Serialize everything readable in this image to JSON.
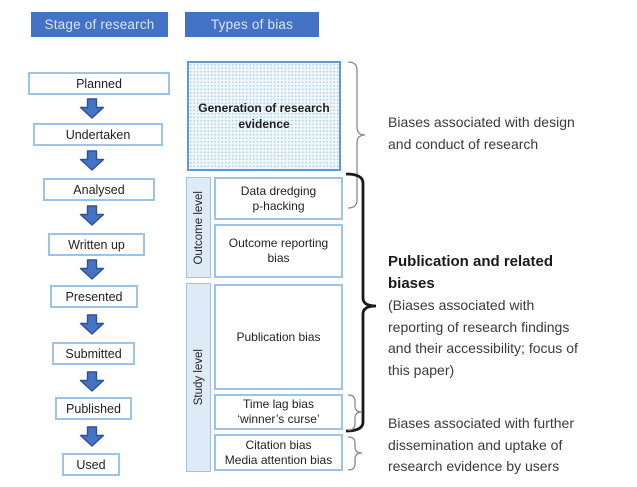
{
  "left_panel": {
    "header": "Stage of research",
    "stages": [
      "Planned",
      "Undertaken",
      "Analysed",
      "Written up",
      "Presented",
      "Submitted",
      "Published",
      "Used"
    ]
  },
  "right_panel": {
    "header": "Types of bias",
    "generation_box_lines": [
      "Generation of research",
      "evidence"
    ],
    "outcome_level_label": "Outcome level",
    "study_level_label": "Study level",
    "data_dredging_lines": [
      "Data dredging",
      "p-hacking"
    ],
    "outcome_reporting_lines": [
      "Outcome reporting",
      "bias"
    ],
    "publication_bias_label": "Publication bias",
    "time_lag_lines": [
      "Time lag bias",
      "‘winner’s curse’"
    ],
    "citation_lines": [
      "Citation bias",
      "Media attention bias"
    ]
  },
  "annotations": {
    "design_conduct_lines": [
      "Biases associated with design",
      "and conduct of research"
    ],
    "publication_title_lines": [
      "Publication and related",
      "biases"
    ],
    "publication_body_lines": [
      "(Biases associated with",
      "reporting of research findings",
      "and their accessibility; focus of",
      "this paper)"
    ],
    "dissemination_lines": [
      "Biases associated with further",
      "dissemination and uptake of",
      "research evidence by users"
    ]
  },
  "colors": {
    "header_bg": "#4472C4",
    "header_text": "#D9E4F6",
    "box_border_light": "#9DC3E6",
    "generation_border": "#5B9BD5",
    "level_bar_bg": "#DEEBF7",
    "arrow_fill": "#4472C4",
    "arrow_stroke": "#2F528F",
    "brace_thin": "#8a8a8a",
    "brace_thick": "#1a1a1a"
  }
}
